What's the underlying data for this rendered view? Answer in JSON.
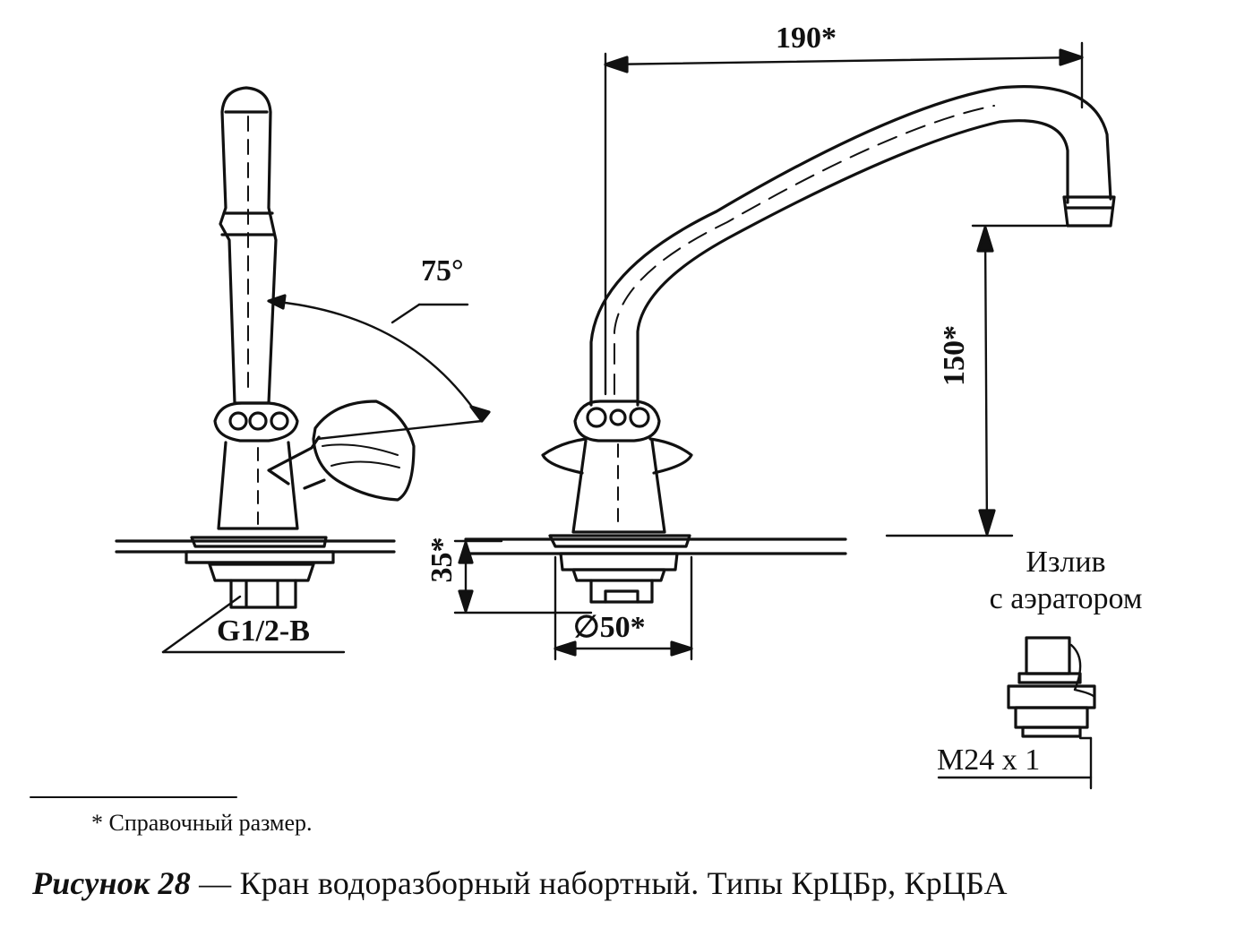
{
  "figure": {
    "label_fig": "Рисунок 28",
    "caption_text": "— Кран водоразборный набортный. Типы КрЦБр, КрЦБА",
    "footnote": "* Справочный размер."
  },
  "dimensions": {
    "angle": "75°",
    "thread_inlet": "G1/2-B",
    "reach": "190*",
    "height_spout": "150*",
    "base_height": "35*",
    "base_diameter": "∅50*",
    "aerator_thread": "M24 x 1"
  },
  "aerator": {
    "title_line1": "Излив",
    "title_line2": "с аэратором"
  },
  "style": {
    "ink": "#111111",
    "paper": "#ffffff"
  }
}
